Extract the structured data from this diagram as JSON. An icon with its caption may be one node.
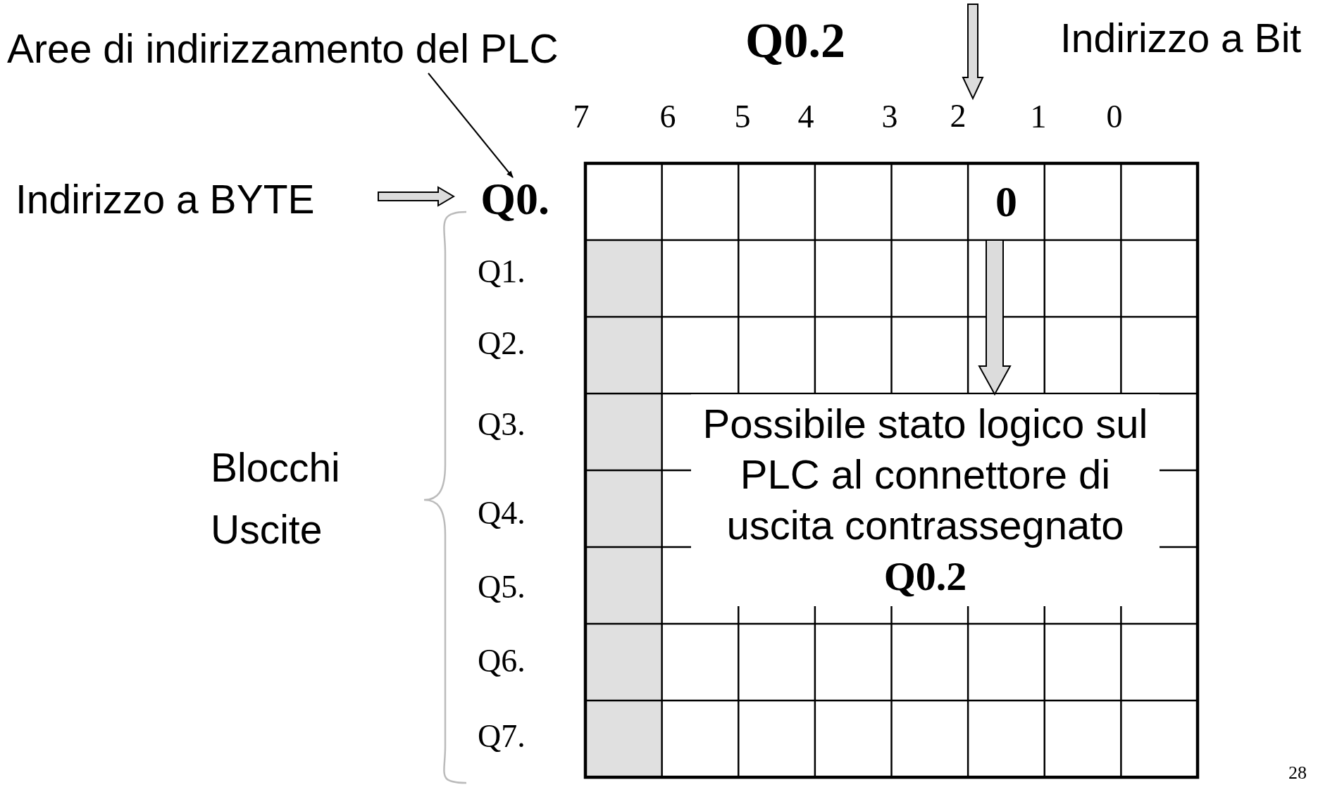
{
  "diagram": {
    "title": "Q0.2",
    "nodes": [
      {
        "text": [
          "Aree di indirizzamento del PLC"
        ]
      },
      {
        "text": [
          "Indirizzo a Bit"
        ]
      },
      {
        "text": [
          "2"
        ]
      },
      {
        "text": [
          "Indirizzo a BYTE"
        ]
      },
      {
        "text": [
          "Q0."
        ]
      },
      {
        "text": [
          "0"
        ]
      },
      {
        "text": [
          "Possibile stato logico sul PLC al connettore di uscita contrassegnato **Q0.2**"
        ]
      }
    ],
    "edges": [
      {
        "from": 0,
        "to": 4,
        "arrow": "to"
      },
      {
        "from": null,
        "to": 2,
        "arrow": "to",
        "style": "thick"
      },
      {
        "from": 3,
        "to": 4,
        "arrow": "to",
        "style": "thick"
      },
      {
        "from": 5,
        "to": 6,
        "arrow": "to",
        "style": "thick"
      }
    ],
    "labels": [
      "7",
      "6",
      "5",
      "4",
      "3",
      "1",
      "0",
      "Q1.",
      "Q2.",
      "Q3.",
      "Q4.",
      "Q5.",
      "Q6.",
      "Q7.",
      "Blocchi Uscite",
      "28"
    ]
  }
}
